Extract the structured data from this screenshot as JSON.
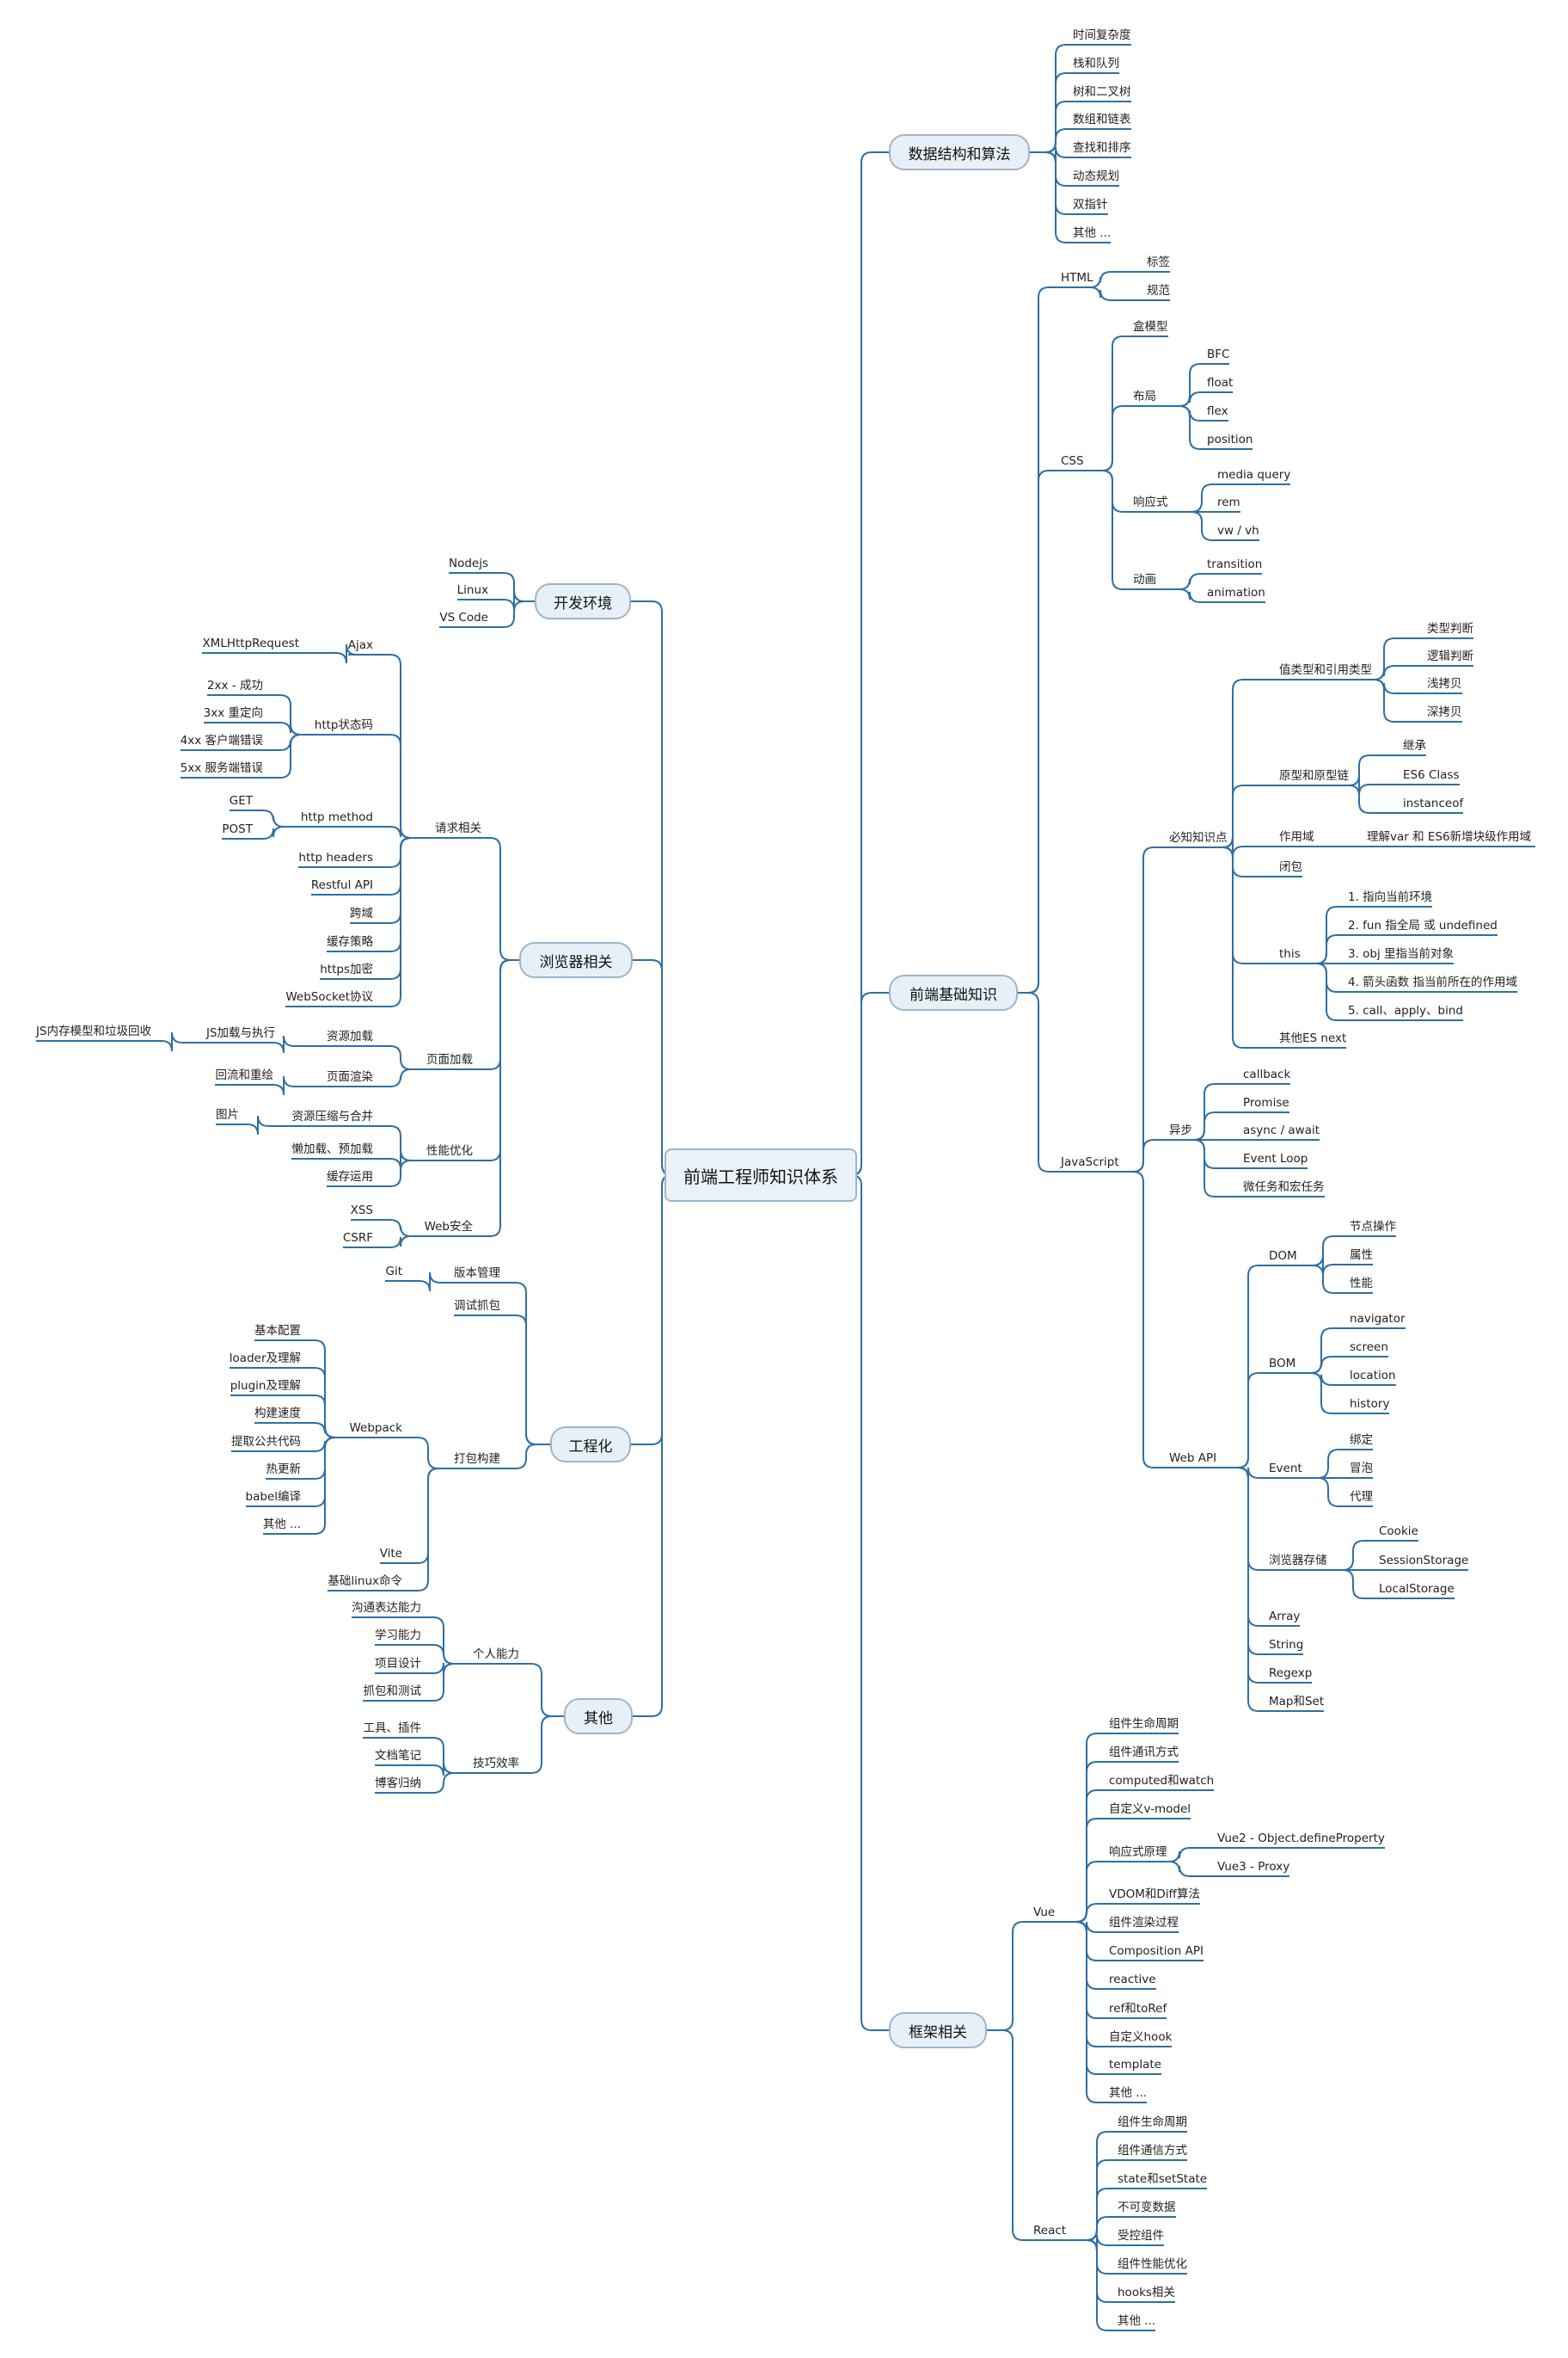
{
  "title": "前端工程师知识体系",
  "colors": {
    "line": "#2f6fa3",
    "box_fill": "#e8f0f7",
    "box_border": "#9bb6cc"
  },
  "left": {
    "dev_env": {
      "label": "开发环境",
      "items": [
        "Nodejs",
        "Linux",
        "VS Code"
      ]
    },
    "browser": {
      "label": "浏览器相关",
      "request": {
        "label": "请求相关",
        "ajax": {
          "label": "Ajax",
          "child": "XMLHttpRequest"
        },
        "status": {
          "label": "http状态码",
          "items": [
            "2xx - 成功",
            "3xx 重定向",
            "4xx 客户端错误",
            "5xx 服务端错误"
          ]
        },
        "method": {
          "label": "http method",
          "items": [
            "GET",
            "POST"
          ]
        },
        "items": [
          "http headers",
          "Restful API",
          "跨域",
          "缓存策略",
          "https加密",
          "WebSocket协议"
        ]
      },
      "page_load": {
        "label": "页面加载",
        "resource": {
          "label": "资源加载",
          "child": "JS加载与执行",
          "grandchild": "JS内存模型和垃圾回收"
        },
        "render": {
          "label": "页面渲染",
          "child": "回流和重绘"
        }
      },
      "perf": {
        "label": "性能优化",
        "compress": {
          "label": "资源压缩与合并",
          "child": "图片"
        },
        "items": [
          "懒加载、预加载",
          "缓存运用"
        ]
      },
      "security": {
        "label": "Web安全",
        "items": [
          "XSS",
          "CSRF"
        ]
      }
    },
    "engineering": {
      "label": "工程化",
      "vcs": {
        "label": "版本管理",
        "child": "Git"
      },
      "debug": {
        "label": "调试抓包"
      },
      "build": {
        "label": "打包构建",
        "webpack": {
          "label": "Webpack",
          "items": [
            "基本配置",
            "loader及理解",
            "plugin及理解",
            "构建速度",
            "提取公共代码",
            "热更新",
            "babel编译",
            "其他 ..."
          ]
        },
        "items": [
          "Vite",
          "基础linux命令"
        ]
      }
    },
    "other": {
      "label": "其他",
      "personal": {
        "label": "个人能力",
        "items": [
          "沟通表达能力",
          "学习能力",
          "项目设计",
          "抓包和测试"
        ]
      },
      "skills": {
        "label": "技巧效率",
        "items": [
          "工具、插件",
          "文档笔记",
          "博客归纳"
        ]
      }
    }
  },
  "right": {
    "dsa": {
      "label": "数据结构和算法",
      "items": [
        "时间复杂度",
        "栈和队列",
        "树和二叉树",
        "数组和链表",
        "查找和排序",
        "动态规划",
        "双指针",
        "其他 ..."
      ]
    },
    "basics": {
      "label": "前端基础知识",
      "html": {
        "label": "HTML",
        "items": [
          "标签",
          "规范"
        ]
      },
      "css": {
        "label": "CSS",
        "box": "盒模型",
        "layout": {
          "label": "布局",
          "items": [
            "BFC",
            "float",
            "flex",
            "position"
          ]
        },
        "responsive": {
          "label": "响应式",
          "items": [
            "media query",
            "rem",
            "vw / vh"
          ]
        },
        "animation": {
          "label": "动画",
          "items": [
            "transition",
            "animation"
          ]
        }
      },
      "js": {
        "label": "JavaScript",
        "must": {
          "label": "必知知识点",
          "types": {
            "label": "值类型和引用类型",
            "items": [
              "类型判断",
              "逻辑判断",
              "浅拷贝",
              "深拷贝"
            ]
          },
          "proto": {
            "label": "原型和原型链",
            "items": [
              "继承",
              "ES6 Class",
              "instanceof"
            ]
          },
          "scope": {
            "label": "作用域",
            "child": "理解var 和 ES6新增块级作用域"
          },
          "closure": "闭包",
          "this": {
            "label": "this",
            "items": [
              "1. 指向当前环境",
              "2. fun 指全局 或 undefined",
              "3. obj 里指当前对象",
              "4. 箭头函数 指当前所在的作用域",
              "5. call、apply、bind"
            ]
          },
          "es_next": "其他ES next"
        },
        "async": {
          "label": "异步",
          "items": [
            "callback",
            "Promise",
            "async / await",
            "Event Loop",
            "微任务和宏任务"
          ]
        },
        "webapi": {
          "label": "Web API",
          "dom": {
            "label": "DOM",
            "items": [
              "节点操作",
              "属性",
              "性能"
            ]
          },
          "bom": {
            "label": "BOM",
            "items": [
              "navigator",
              "screen",
              "location",
              "history"
            ]
          },
          "event": {
            "label": "Event",
            "items": [
              "绑定",
              "冒泡",
              "代理"
            ]
          },
          "storage": {
            "label": "浏览器存储",
            "items": [
              "Cookie",
              "SessionStorage",
              "LocalStorage"
            ]
          },
          "items": [
            "Array",
            "String",
            "Regexp",
            "Map和Set"
          ]
        }
      }
    },
    "framework": {
      "label": "框架相关",
      "vue": {
        "label": "Vue",
        "items_a": [
          "组件生命周期",
          "组件通讯方式",
          "computed和watch",
          "自定义v-model"
        ],
        "reactive": {
          "label": "响应式原理",
          "items": [
            "Vue2 - Object.defineProperty",
            "Vue3 - Proxy"
          ]
        },
        "items_b": [
          "VDOM和Diff算法",
          "组件渲染过程",
          "Composition API",
          "reactive",
          "ref和toRef",
          "自定义hook",
          "template",
          "其他 ..."
        ]
      },
      "react": {
        "label": "React",
        "items": [
          "组件生命周期",
          "组件通信方式",
          "state和setState",
          "不可变数据",
          "受控组件",
          "组件性能优化",
          "hooks相关",
          "其他 ..."
        ]
      }
    }
  }
}
